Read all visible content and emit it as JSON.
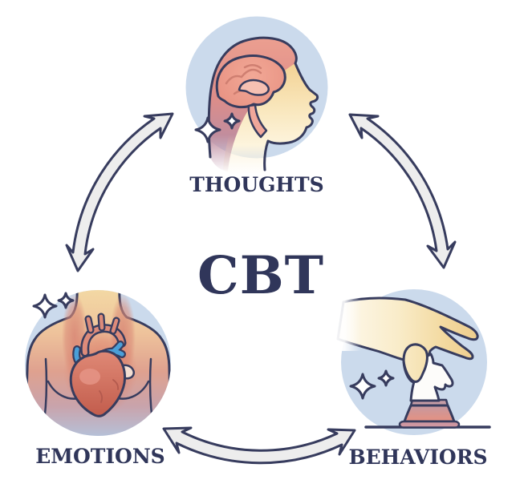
{
  "diagram": {
    "center_label": "CBT",
    "nodes": [
      {
        "id": "thoughts",
        "label": "THOUGHTS",
        "icon": "brain-in-head-icon",
        "position": "top"
      },
      {
        "id": "emotions",
        "label": "EMOTIONS",
        "icon": "heart-in-chest-icon",
        "position": "bottom-left"
      },
      {
        "id": "behaviors",
        "label": "BEHAVIORS",
        "icon": "hand-moving-chess-knight-icon",
        "position": "bottom-right"
      }
    ],
    "connections": [
      {
        "between": [
          "thoughts",
          "emotions"
        ],
        "style": "double-headed-curved-arrow"
      },
      {
        "between": [
          "thoughts",
          "behaviors"
        ],
        "style": "double-headed-curved-arrow"
      },
      {
        "between": [
          "emotions",
          "behaviors"
        ],
        "style": "double-headed-curved-arrow"
      }
    ],
    "colors": {
      "outline": "#373c5e",
      "text": "#30365a",
      "node_circle": "#cbdaec",
      "arrow_fill": "#ededed",
      "skin_salmon": "#ea9c8e",
      "face_yellow": "#f5d795",
      "heart_red": "#cf6a58",
      "vessel_blue": "#4a9fd8",
      "hand_cream": "#f3d99f",
      "background": "#ffffff"
    }
  }
}
